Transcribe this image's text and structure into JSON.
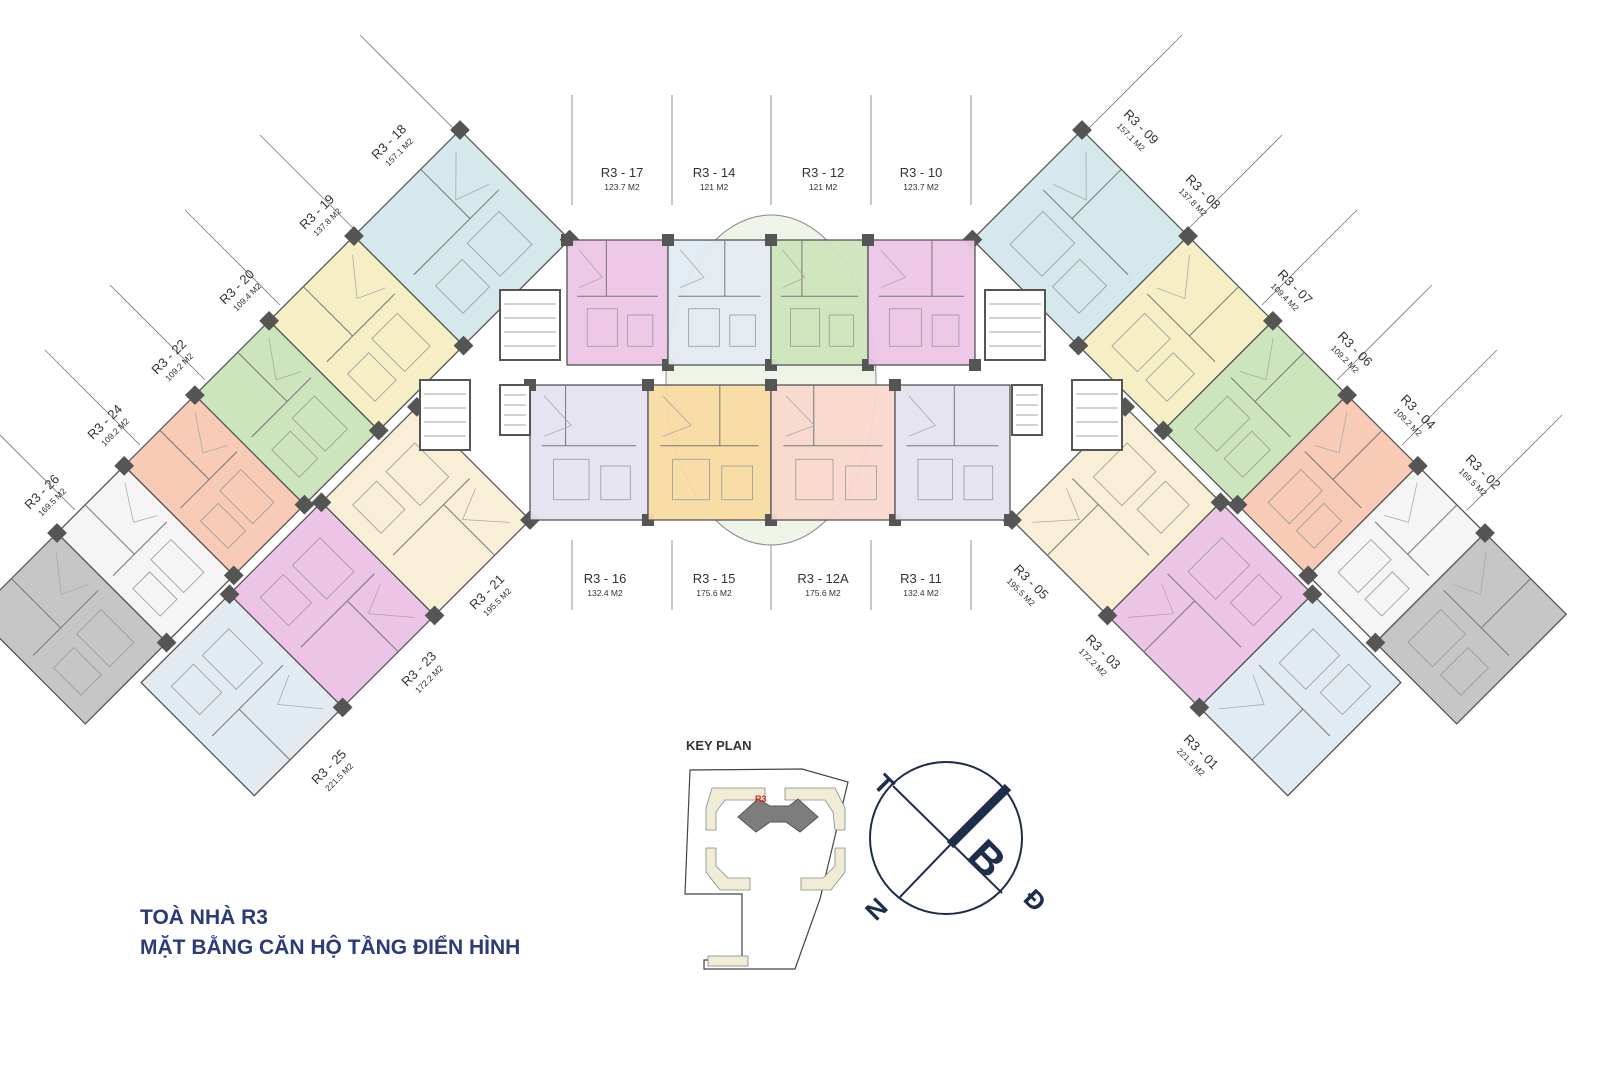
{
  "title": {
    "line1": "TOÀ NHÀ R3",
    "line2": "MẶT BẰNG CĂN HỘ TẦNG ĐIỂN HÌNH"
  },
  "key_plan": {
    "label": "KEY PLAN",
    "building": "R3",
    "highlight_color": "#d9262c"
  },
  "compass": {
    "t": "T",
    "b": "B",
    "d": "Đ",
    "n": "N",
    "color": "#1f2d4d"
  },
  "colors": {
    "blue": "#d5e8ec",
    "yellow": "#f6efc6",
    "green": "#cde5bd",
    "salmon": "#f8cbb6",
    "white": "#f5f5f5",
    "gray": "#c6c6c6",
    "pink": "#ecc5e6",
    "lavender": "#e5e3f0",
    "orange": "#f8dba3",
    "peach": "#f8d8cd",
    "cream": "#f8efd6",
    "lightblue": "#e3ebf2"
  },
  "units": [
    {
      "id": "R3 - 18",
      "area": "157.1 M2",
      "color": "blue"
    },
    {
      "id": "R3 - 19",
      "area": "137.8 M2",
      "color": "yellow"
    },
    {
      "id": "R3 - 20",
      "area": "109.4 M2",
      "color": "green"
    },
    {
      "id": "R3 - 22",
      "area": "109.2 M2",
      "color": "salmon"
    },
    {
      "id": "R3 - 24",
      "area": "109.2 M2",
      "color": "white"
    },
    {
      "id": "R3 - 26",
      "area": "169.5 M2",
      "color": "gray"
    },
    {
      "id": "R3 - 21",
      "area": "195.5 M2",
      "color": "cream"
    },
    {
      "id": "R3 - 23",
      "area": "172.2 M2",
      "color": "pink"
    },
    {
      "id": "R3 - 25",
      "area": "221.5 M2",
      "color": "lightblue"
    },
    {
      "id": "R3 - 09",
      "area": "157.1 M2",
      "color": "blue"
    },
    {
      "id": "R3 - 08",
      "area": "137.8 M2",
      "color": "yellow"
    },
    {
      "id": "R3 - 07",
      "area": "109.4 M2",
      "color": "green"
    },
    {
      "id": "R3 - 06",
      "area": "109.2 M2",
      "color": "salmon"
    },
    {
      "id": "R3 - 04",
      "area": "109.2 M2",
      "color": "white"
    },
    {
      "id": "R3 - 02",
      "area": "169.5 M2",
      "color": "gray"
    },
    {
      "id": "R3 - 05",
      "area": "195.5 M2",
      "color": "cream"
    },
    {
      "id": "R3 - 03",
      "area": "172.2 M2",
      "color": "pink"
    },
    {
      "id": "R3 - 01",
      "area": "221.5 M2",
      "color": "lightblue"
    },
    {
      "id": "R3 - 17",
      "area": "123.7 M2",
      "color": "pink"
    },
    {
      "id": "R3 - 14",
      "area": "121 M2",
      "color": "lightblue"
    },
    {
      "id": "R3 - 12",
      "area": "121 M2",
      "color": "green"
    },
    {
      "id": "R3 - 10",
      "area": "123.7 M2",
      "color": "pink"
    },
    {
      "id": "R3 - 16",
      "area": "132.4 M2",
      "color": "lavender"
    },
    {
      "id": "R3 - 15",
      "area": "175.6 M2",
      "color": "orange"
    },
    {
      "id": "R3 - 12A",
      "area": "175.6 M2",
      "color": "peach"
    },
    {
      "id": "R3 - 11",
      "area": "132.4 M2",
      "color": "lavender"
    }
  ]
}
